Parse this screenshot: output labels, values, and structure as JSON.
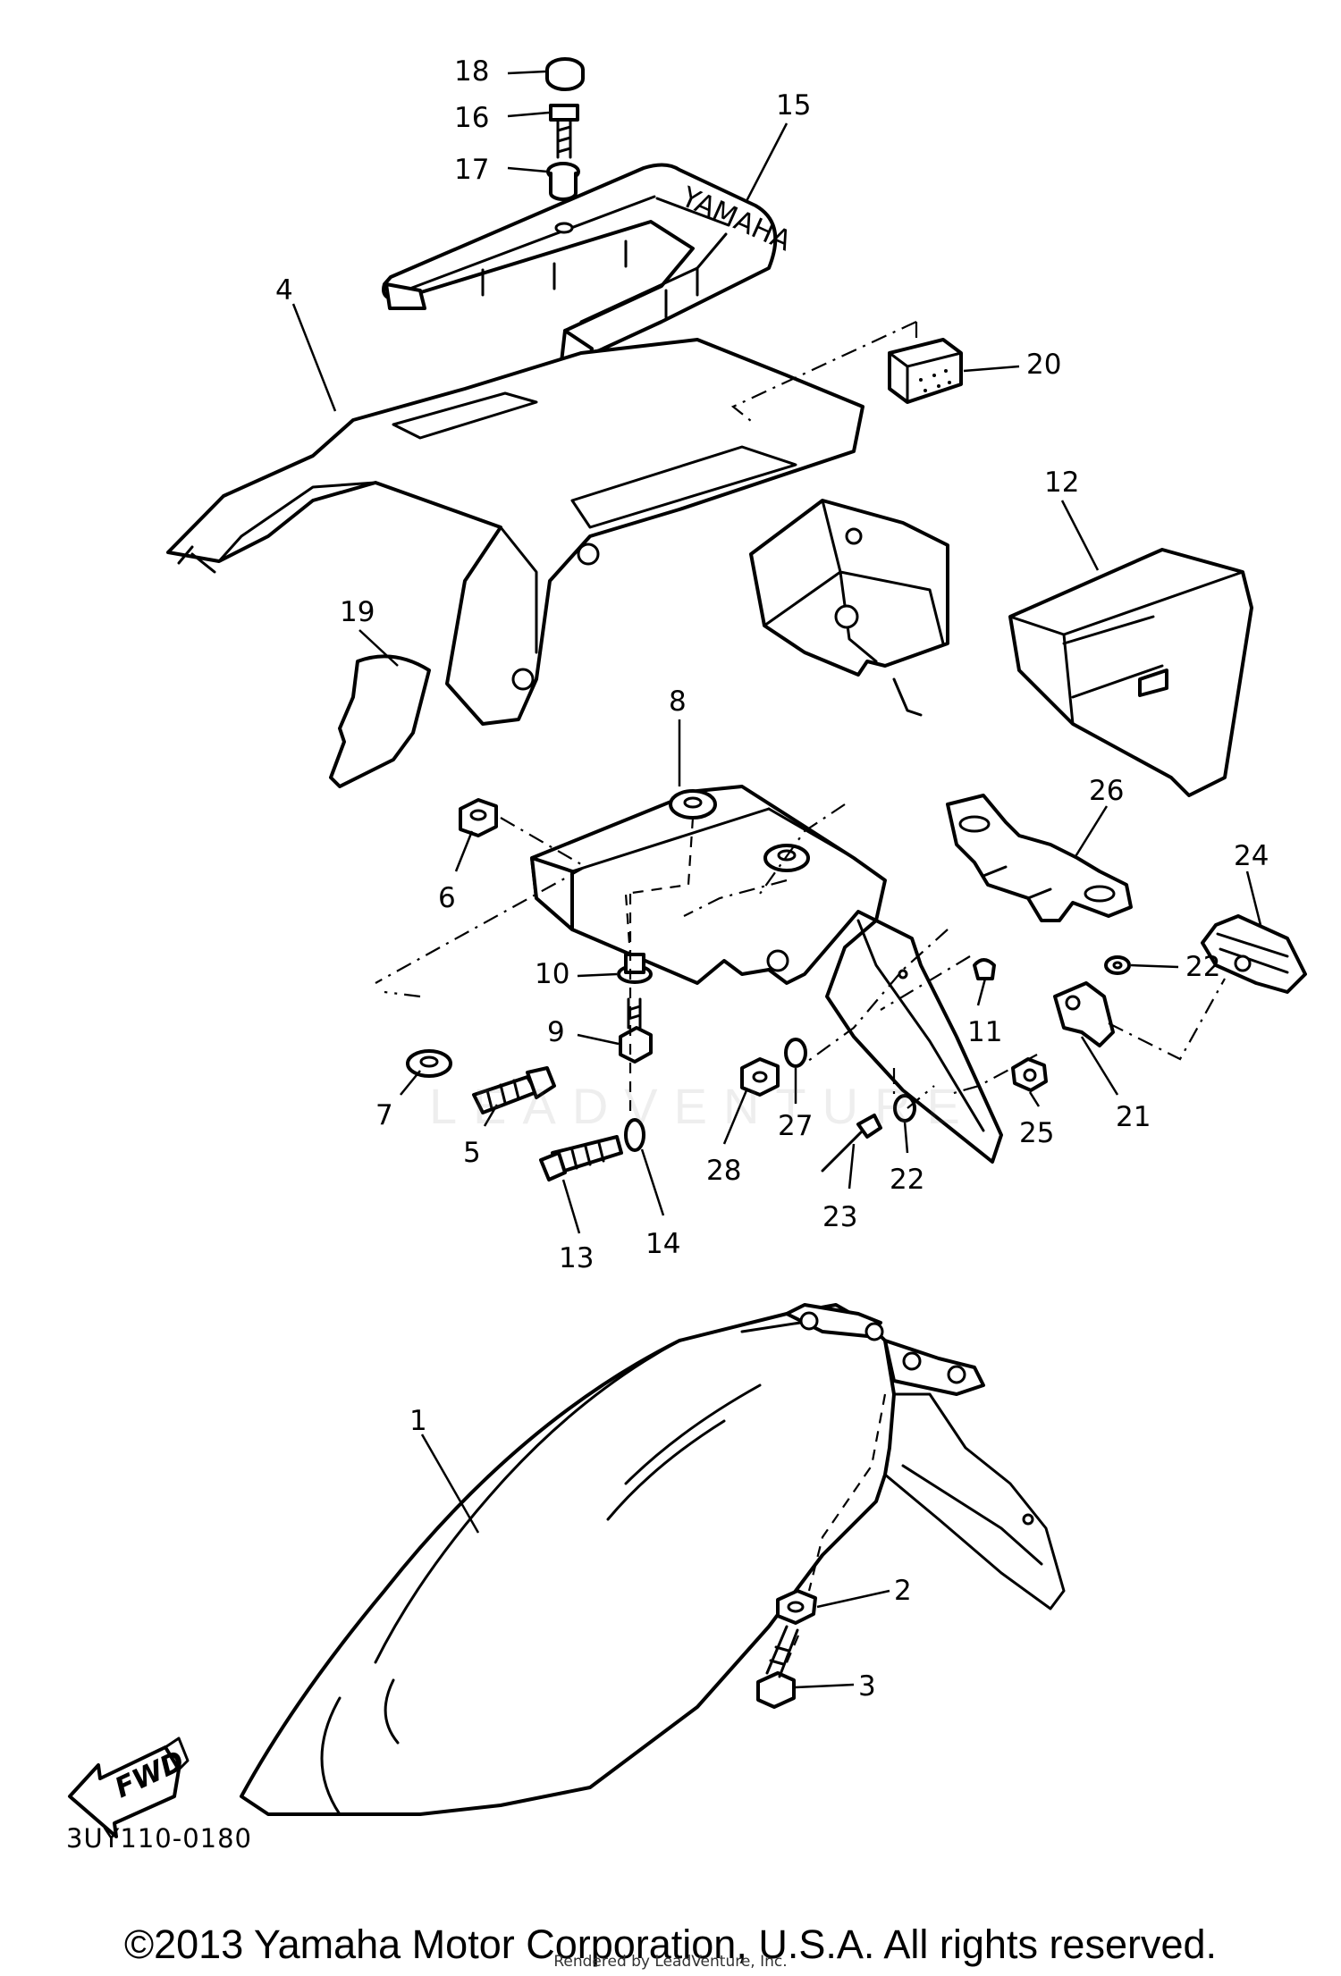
{
  "diagram": {
    "reference_code": "3UY110-0180",
    "copyright": "©2013 Yamaha Motor Corporation, U.S.A. All rights reserved.",
    "rendered_by": "Rendered by LeadVenture, Inc.",
    "watermark": "LEADVENTURE",
    "fwd_label": "FWD",
    "rack_logo": "YAMAHA"
  },
  "callouts": {
    "c1": "1",
    "c2": "2",
    "c3": "3",
    "c4": "4",
    "c5": "5",
    "c6": "6",
    "c7": "7",
    "c8": "8",
    "c9": "9",
    "c10": "10",
    "c11": "11",
    "c12": "12",
    "c13": "13",
    "c14": "14",
    "c15": "15",
    "c16": "16",
    "c17": "17",
    "c18": "18",
    "c19": "19",
    "c20": "20",
    "c21": "21",
    "c22a": "22",
    "c22b": "22",
    "c23": "23",
    "c24": "24",
    "c25": "25",
    "c26": "26",
    "c27": "27",
    "c28": "28"
  }
}
